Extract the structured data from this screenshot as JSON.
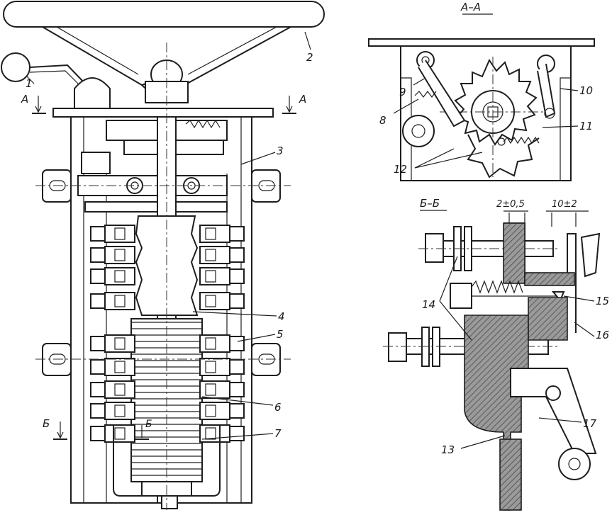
{
  "figure": {
    "section_aa_title": "А–А",
    "section_bb_title": "Б–Б",
    "cut_marks": {
      "a_left": "А",
      "a_right": "А",
      "b_left": "Б",
      "b_mid": "Б"
    },
    "dimensions": {
      "gap_small": "2±0,5",
      "gap_large": "10±2"
    },
    "part_labels": {
      "p1": "1",
      "p2": "2",
      "p3": "3",
      "p4": "4",
      "p5": "5",
      "p6": "6",
      "p7": "7",
      "p8": "8",
      "p9": "9",
      "p10": "10",
      "p11": "11",
      "p12": "12",
      "p13": "13",
      "p14": "14",
      "p15": "15",
      "p16": "16",
      "p17": "17"
    },
    "colors": {
      "ink": "#1e1e1e",
      "paper": "#ffffff",
      "shade": "#6b6b6b"
    }
  }
}
